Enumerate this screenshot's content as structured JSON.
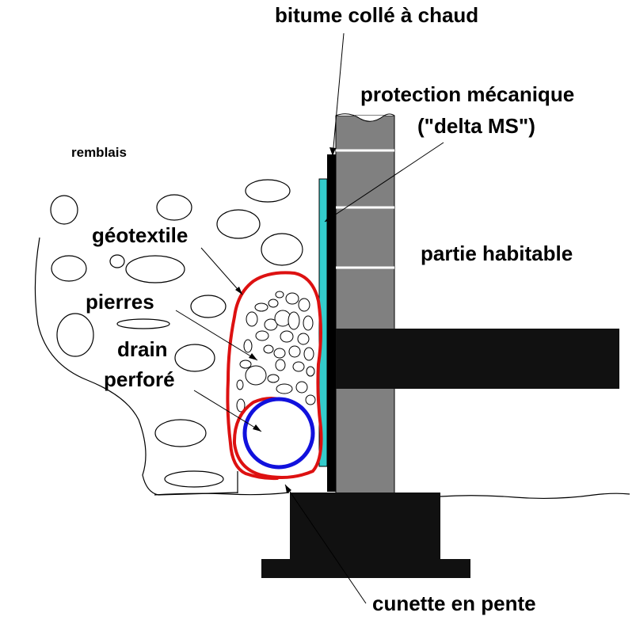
{
  "labels": {
    "bitume": "bitume collé à chaud",
    "protection_line1": "protection mécanique",
    "protection_line2": "(\"delta MS\")",
    "remblais": "remblais",
    "geotextile": "géotextile",
    "pierres": "pierres",
    "drain_line1": "drain",
    "drain_line2": "perforé",
    "habitable": "partie habitable",
    "cunette": "cunette en pente"
  },
  "colors": {
    "wall": "#808080",
    "footing": "#111111",
    "membrane": "#000000",
    "delta_ms": "#33cccc",
    "geotextile": "#dd1111",
    "drain": "#1111dd",
    "outline": "#000000",
    "background": "#ffffff"
  }
}
